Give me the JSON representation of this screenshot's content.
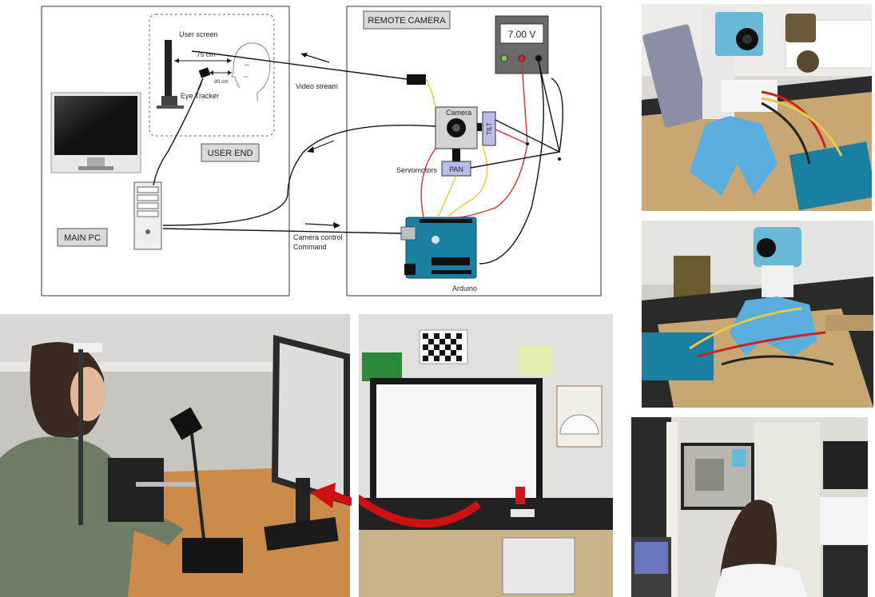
{
  "diagram": {
    "user_screen": "User screen",
    "distance_screen": "75 cm",
    "distance_tracker": "30 cm",
    "eye_tracker": "Eye Tracker",
    "user_end": "USER END",
    "main_pc": "MAIN PC",
    "remote_camera": "REMOTE CAMERA",
    "voltage": "7.00 V",
    "video_stream": "Video stream",
    "camera": "Camera",
    "tilt": "TILT",
    "pan": "PAN",
    "servomotors": "Servomotors",
    "camera_control": "Camera control",
    "command": "Command",
    "arduino": "Arduino"
  },
  "photos": [
    {
      "name": "pan-tilt-camera-photo"
    },
    {
      "name": "pan-tilt-camera-side-photo"
    },
    {
      "name": "user-eye-tracker-photo"
    },
    {
      "name": "remote-scene-photo"
    },
    {
      "name": "remote-view-booth-photo"
    }
  ],
  "colors": {
    "arrow": "#cc1111",
    "servo_box": "#b9bde8",
    "voltmeter": "#6a6a6a",
    "label_box": "#d9d9d9"
  }
}
